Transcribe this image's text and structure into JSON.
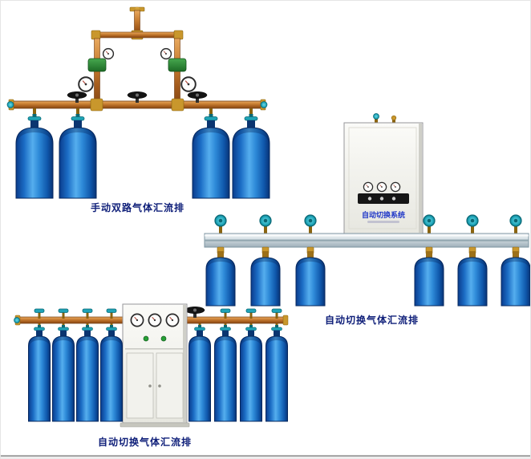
{
  "page": {
    "background": "#ffffff",
    "caption_color": "#10207a"
  },
  "products": {
    "manual_dual": {
      "caption": "手动双路气体汇流排"
    },
    "auto_right": {
      "caption": "自动切换气体汇流排"
    },
    "auto_bottom": {
      "caption": "自动切换气体汇流排"
    }
  },
  "control_cabinet": {
    "title": "自动切换系统"
  },
  "colors": {
    "cylinder_blue": "#1b6cc4",
    "copper_pipe": "#c87e32",
    "teal_valve": "#1fa3b6",
    "regulator_green": "#2e7d32",
    "cabinet_body": "#f5f5f1",
    "rail_silver": "#cfd9de"
  }
}
